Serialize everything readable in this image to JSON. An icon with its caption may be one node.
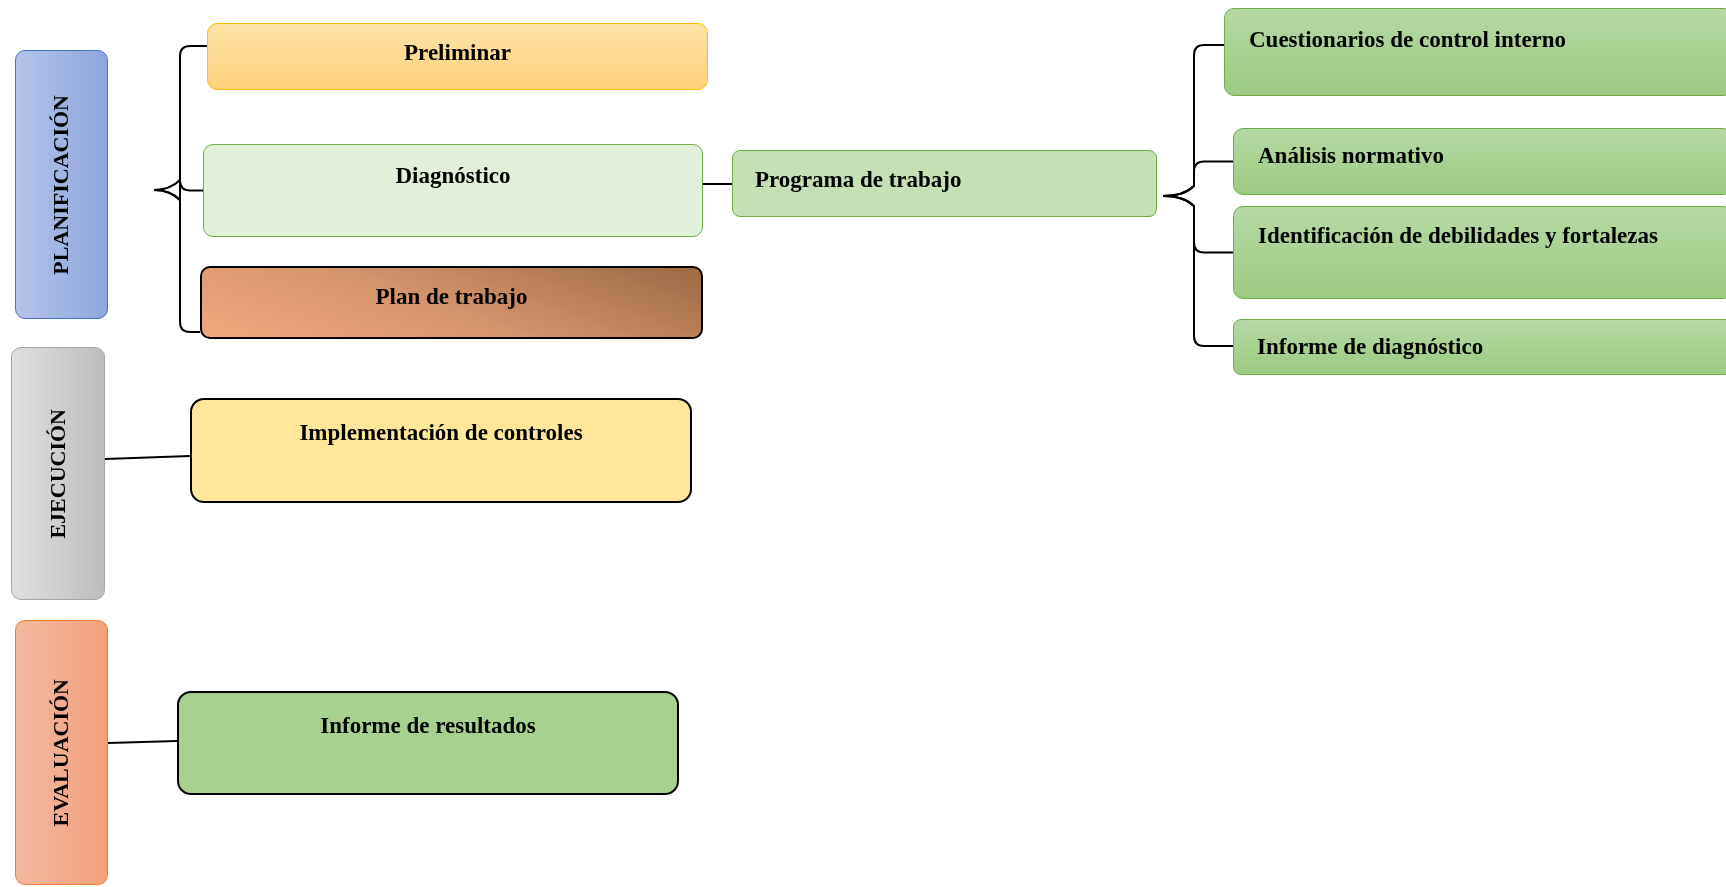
{
  "diagram": {
    "nodes": [
      {
        "text": [
          "PLANIFICACIÓN"
        ]
      },
      {
        "text": [
          "EJECUCIÓN"
        ]
      },
      {
        "text": [
          "EVALUACIÓN"
        ]
      },
      {
        "text": [
          "Preliminar"
        ]
      },
      {
        "text": [
          "Diagnóstico"
        ]
      },
      {
        "text": [
          "Plan de trabajo"
        ]
      },
      {
        "text": [
          "Programa de trabajo"
        ]
      },
      {
        "text": [
          "Cuestionarios de control  interno"
        ]
      },
      {
        "text": [
          "Análisis normativo"
        ]
      },
      {
        "text": [
          "Identificación de debilidades y fortalezas"
        ]
      },
      {
        "text": [
          "Informe de diagnóstico"
        ]
      },
      {
        "text": [
          "Implementación de controles"
        ]
      },
      {
        "text": [
          "Informe de resultados"
        ]
      }
    ],
    "edges": [
      {
        "from": 0,
        "to": 3,
        "arrow": "none"
      },
      {
        "from": 0,
        "to": 4,
        "arrow": "none"
      },
      {
        "from": 0,
        "to": 5,
        "arrow": "none"
      },
      {
        "from": 4,
        "to": 6,
        "arrow": "none"
      },
      {
        "from": 6,
        "to": 7,
        "arrow": "none"
      },
      {
        "from": 6,
        "to": 8,
        "arrow": "none"
      },
      {
        "from": 6,
        "to": 9,
        "arrow": "none"
      },
      {
        "from": 6,
        "to": 10,
        "arrow": "none"
      },
      {
        "from": 1,
        "to": 11,
        "arrow": "none"
      },
      {
        "from": 2,
        "to": 12,
        "arrow": "none"
      }
    ]
  }
}
